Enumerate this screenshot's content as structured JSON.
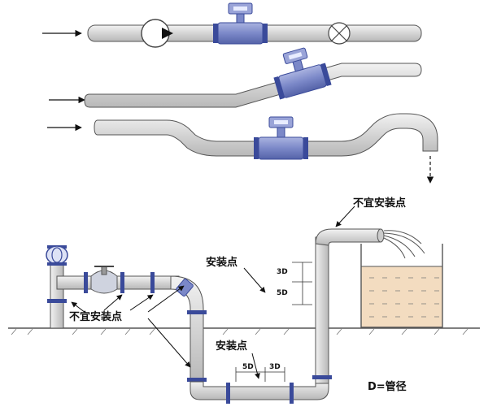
{
  "labels": {
    "install_point_top": "安装点",
    "install_point_bottom": "安装点",
    "not_suitable_left": "不宜安装点",
    "not_suitable_top_right": "不宜安装点",
    "legend_d": "D=管径"
  },
  "dims": {
    "three_d_vertical": "3D",
    "five_d_vertical": "5D",
    "five_d_horizontal": "5D",
    "three_d_horizontal": "3D"
  },
  "colors": {
    "pipe_fill": "#dcdcdc",
    "pipe_stroke": "#555555",
    "meter_body": "#7b88c8",
    "meter_head": "#9aa4d8",
    "flange": "#3a4a9a",
    "water": "#f3dcc0",
    "ground": "#555555",
    "arrow": "#111111"
  }
}
